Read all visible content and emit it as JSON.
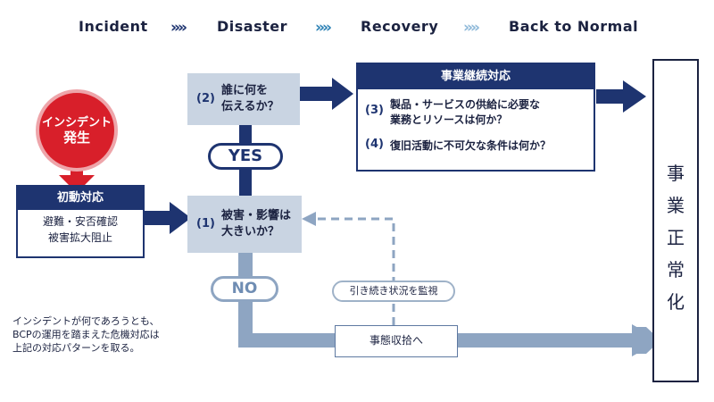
{
  "phases": {
    "incident": "Incident",
    "disaster": "Disaster",
    "recovery": "Recovery",
    "back_to_normal": "Back to Normal",
    "chevron": "»»",
    "colors": [
      "#1e3470",
      "#2f83b6",
      "#8fb9d9"
    ]
  },
  "incident": {
    "line1": "インシデント",
    "line2": "発生"
  },
  "initial_response": {
    "title": "初動対応",
    "line1": "避難・安否確認",
    "line2": "被害拡大阻止"
  },
  "q1": {
    "number": "(1)",
    "line1": "被害・影響は",
    "line2": "大きいか？"
  },
  "q2": {
    "number": "(2)",
    "line1": "誰に何を",
    "line2": "伝えるか？"
  },
  "yes_label": "YES",
  "no_label": "NO",
  "bcp": {
    "title": "事業継続対応",
    "q3_number": "(3)",
    "q3_line1": "製品・サービスの供給に必要な",
    "q3_line2": "業務とリソースは何か？",
    "q4_number": "(4)",
    "q4_text": "復旧活動に不可欠な条件は何か？"
  },
  "monitor_label": "引き続き状況を監視",
  "recovery_label": "事態収拾へ",
  "normalization": [
    "事",
    "業",
    "正",
    "常",
    "化"
  ],
  "note": {
    "line1": "インシデントが何であろうとも、",
    "line2": "BCPの運用を踏まえた危機対応は",
    "line3": "上記の対応パターンを取る。"
  },
  "colors": {
    "navy": "#1e3470",
    "red": "#d81f2a",
    "light_blue": "#8ea5c2",
    "question_bg": "#c9d4e2"
  }
}
